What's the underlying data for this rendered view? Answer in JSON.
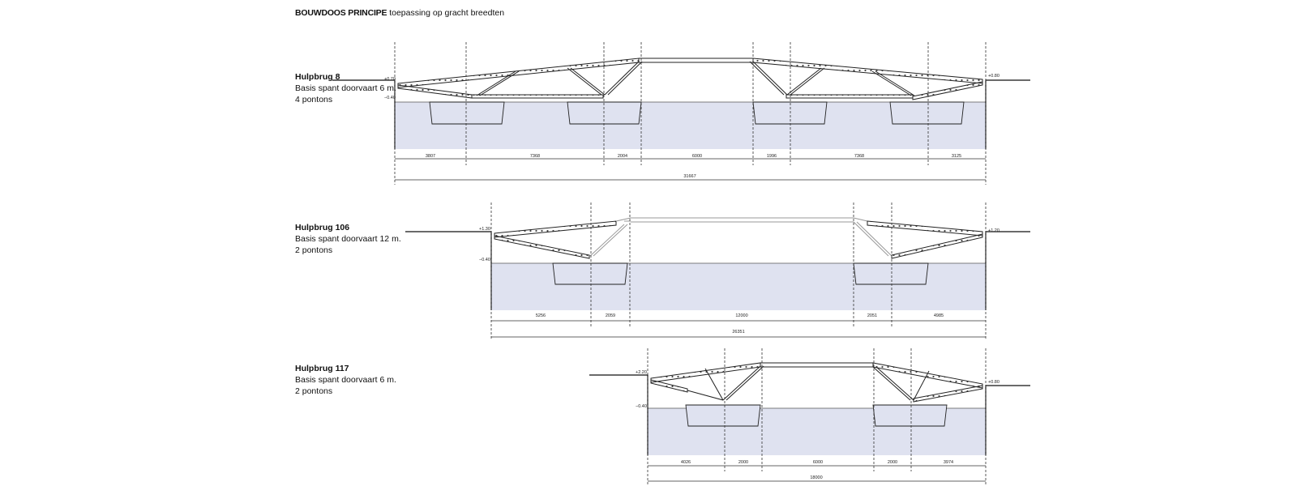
{
  "title": {
    "bold": "BOUWDOOS PRINCIPE",
    "rest": " toepassing op gracht breedten"
  },
  "bridges": [
    {
      "name": "Hulpbrug 8",
      "desc": "Basis spant doorvaart 6 m.",
      "pontoons": "4 pontons",
      "level_left": "+0.70",
      "level_right": "+0.80",
      "water": "−0.40",
      "segments": [
        "3807",
        "7368",
        "2004",
        "6000",
        "1996",
        "7368",
        "3125"
      ],
      "total": "31667"
    },
    {
      "name": "Hulpbrug 106",
      "desc": "Basis spant doorvaart 12 m.",
      "pontoons": "2 pontons",
      "level_left": "+1.30",
      "level_right": "+1.20",
      "water": "−0.40",
      "segments": [
        "5256",
        "2059",
        "12000",
        "2051",
        "4985"
      ],
      "total": "26351"
    },
    {
      "name": "Hulpbrug 117",
      "desc": "Basis spant doorvaart 6 m.",
      "pontoons": "2 pontons",
      "level_left": "+2.20",
      "level_right": "+0.80",
      "water": "−0.40",
      "segments": [
        "4026",
        "2000",
        "6000",
        "2000",
        "3974"
      ],
      "total": "18000"
    }
  ]
}
